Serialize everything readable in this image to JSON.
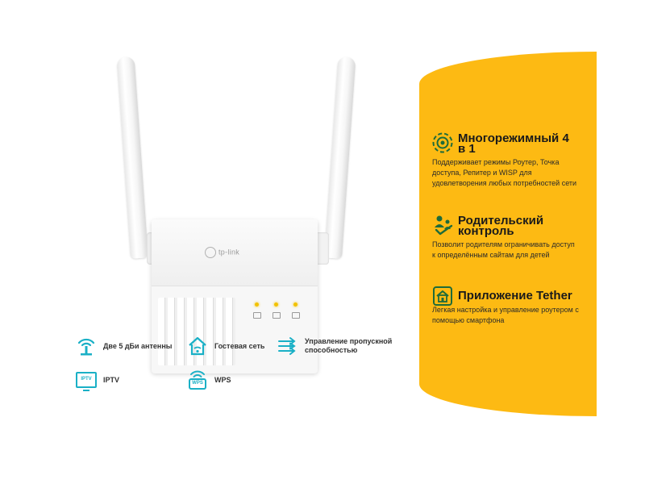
{
  "router": {
    "logo_text": "tp-link"
  },
  "features": [
    {
      "icon": "wifi-antenna-icon",
      "label": "Две 5 дБи антенны"
    },
    {
      "icon": "home-wifi-icon",
      "label": "Гостевая сеть"
    },
    {
      "icon": "arrows-bandwidth-icon",
      "label": "Управление пропускной способностью"
    },
    {
      "icon": "iptv-icon",
      "icon_text": "IPTV",
      "label": "IPTV"
    },
    {
      "icon": "wps-icon",
      "icon_text": "WPS",
      "label": "WPS"
    }
  ],
  "panel": {
    "background": "#fdba13",
    "items": [
      {
        "icon": "multimode-icon",
        "title": "Многорежимный 4 в 1",
        "desc": "Поддерживает режимы Роутер, Точка доступа, Репитер и WISP для удовлетворения любых потребностей сети"
      },
      {
        "icon": "parental-control-icon",
        "title": "Родительский контроль",
        "desc": "Позволит родителям ограничивать доступ к определённым сайтам для детей"
      },
      {
        "icon": "tether-app-icon",
        "title": "Приложение Tether",
        "desc": "Легкая настройка и управление роутером с помощью смартфона"
      }
    ]
  },
  "colors": {
    "accent": "#1ab0c6",
    "icon_dark": "#1e6b3a"
  }
}
